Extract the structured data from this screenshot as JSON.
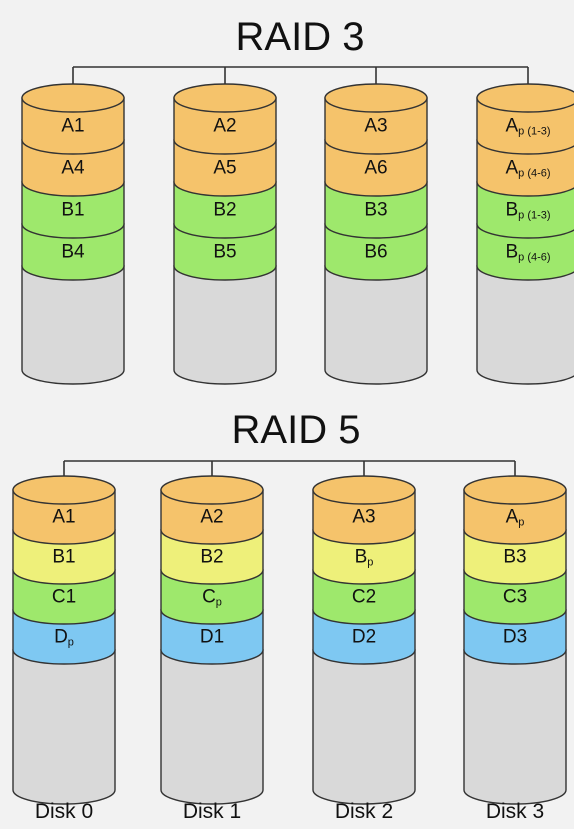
{
  "colors": {
    "background": "#f2f2f2",
    "orange": "#f5c36b",
    "yellow": "#eef07a",
    "green": "#9ee86c",
    "blue": "#7ec8f2",
    "empty": "#d9d9d9",
    "outline": "#333333"
  },
  "diagrams": [
    {
      "id": "raid3",
      "title": "RAID 3",
      "disks": [
        {
          "blocks": [
            {
              "text": "A1",
              "color": "orange"
            },
            {
              "text": "A4",
              "color": "orange"
            },
            {
              "text": "B1",
              "color": "green"
            },
            {
              "text": "B4",
              "color": "green"
            }
          ]
        },
        {
          "blocks": [
            {
              "text": "A2",
              "color": "orange"
            },
            {
              "text": "A5",
              "color": "orange"
            },
            {
              "text": "B2",
              "color": "green"
            },
            {
              "text": "B5",
              "color": "green"
            }
          ]
        },
        {
          "blocks": [
            {
              "text": "A3",
              "color": "orange"
            },
            {
              "text": "A6",
              "color": "orange"
            },
            {
              "text": "B3",
              "color": "green"
            },
            {
              "text": "B6",
              "color": "green"
            }
          ]
        },
        {
          "blocks": [
            {
              "text": "A",
              "sub": "p (1-3)",
              "color": "orange"
            },
            {
              "text": "A",
              "sub": "p (4-6)",
              "color": "orange"
            },
            {
              "text": "B",
              "sub": "p (1-3)",
              "color": "green"
            },
            {
              "text": "B",
              "sub": "p (4-6)",
              "color": "green"
            }
          ]
        }
      ]
    },
    {
      "id": "raid5",
      "title": "RAID 5",
      "disks": [
        {
          "blocks": [
            {
              "text": "A1",
              "color": "orange"
            },
            {
              "text": "B1",
              "color": "yellow"
            },
            {
              "text": "C1",
              "color": "green"
            },
            {
              "text": "D",
              "sub": "p",
              "color": "blue"
            }
          ]
        },
        {
          "blocks": [
            {
              "text": "A2",
              "color": "orange"
            },
            {
              "text": "B2",
              "color": "yellow"
            },
            {
              "text": "C",
              "sub": "p",
              "color": "green"
            },
            {
              "text": "D1",
              "color": "blue"
            }
          ]
        },
        {
          "blocks": [
            {
              "text": "A3",
              "color": "orange"
            },
            {
              "text": "B",
              "sub": "p",
              "color": "yellow"
            },
            {
              "text": "C2",
              "color": "green"
            },
            {
              "text": "D2",
              "color": "blue"
            }
          ]
        },
        {
          "blocks": [
            {
              "text": "A",
              "sub": "p",
              "color": "orange"
            },
            {
              "text": "B3",
              "color": "yellow"
            },
            {
              "text": "C3",
              "color": "green"
            },
            {
              "text": "D3",
              "color": "blue"
            }
          ]
        }
      ]
    }
  ],
  "disk_labels": [
    "Disk 0",
    "Disk 1",
    "Disk 2",
    "Disk 3"
  ]
}
